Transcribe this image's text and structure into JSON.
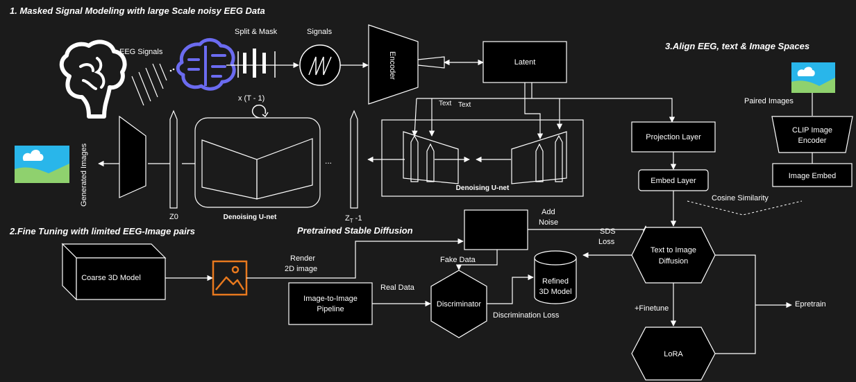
{
  "sections": {
    "s1_title": "1. Masked Signal Modeling with large Scale noisy EEG Data",
    "s2_title": "2.Fine Tuning with limited EEG-Image pairs",
    "s3_title": "3.Align EEG, text & Image Spaces",
    "pretrained": "Pretrained  Stable Diffusion"
  },
  "labels": {
    "eeg_signals": "EEG Signals",
    "split_mask": "Split & Mask",
    "signals": "Signals",
    "encoder": "Encoder",
    "latent": "Latent",
    "text_a": "Text",
    "text_b": "Text",
    "x_t1": "x (T - 1)",
    "denoising_unet_main": "Denoising U-net",
    "denoising_unet_inner": "Denoising U-net",
    "ellipsis": "...",
    "zt_main": "Z",
    "zt_sub": "T",
    "zt_suffix": " -1",
    "z0": "Z0",
    "generated_images": "Generated Images",
    "projection_layer": "Projection Layer",
    "embed_layer": "Embed Layer",
    "cosine_similarity": "Cosine Similarity",
    "paired_images": "Paired Images",
    "clip_line1": "CLIP Image",
    "clip_line2": "Encoder",
    "image_embed": "Image Embed",
    "add_noise_1": "Add",
    "add_noise_2": "Noise",
    "sds_1": "SDS",
    "sds_2": "Loss",
    "t2i_1": "Text to Image",
    "t2i_2": "Diffusion",
    "coarse_3d": "Coarse 3D Model",
    "render_1": "Render",
    "render_2": "2D image",
    "fake_data": "Fake Data",
    "real_data": "Real Data",
    "i2i_1": "Image-to-Image",
    "i2i_2": "Pipeline",
    "discriminator": "Discriminator",
    "refined_1": "Refined",
    "refined_2": "3D Model",
    "discrimination_loss": "Discrimination Loss",
    "finetune": "+Finetune",
    "lora": "LoRA",
    "epretrain": "Epretrain"
  },
  "colors": {
    "background": "#1b1b1b",
    "stroke": "#ffffff",
    "brain_icon": "#6b6bf0",
    "image_icon_orange": "#e8791e",
    "photo_sky": "#29b6ea",
    "photo_hill": "#8fd16e"
  },
  "icons": [
    "brain-outline-icon",
    "brain-chip-icon",
    "signal-wave-icon",
    "image-photo-icon",
    "image-frame-icon",
    "refresh-loop-icon",
    "database-cylinder-icon"
  ]
}
